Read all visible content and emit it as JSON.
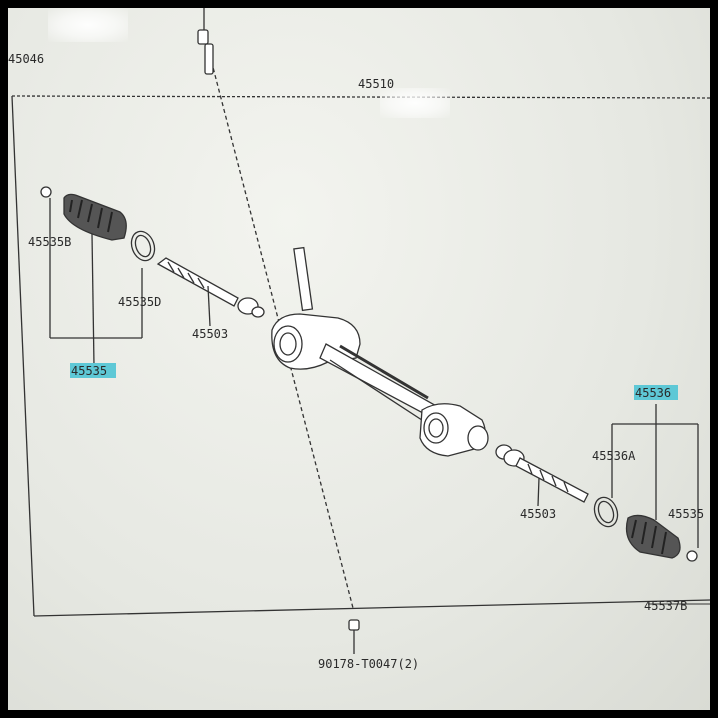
{
  "labels": {
    "p45046": "45046",
    "p45510": "45510",
    "p45535B": "45535B",
    "p45535D": "45535D",
    "p45503_left": "45503",
    "p45535": "45535",
    "p45536": "45536",
    "p45536A": "45536A",
    "p45503_right": "45503",
    "p4553x": "45535",
    "p45537B": "45537B",
    "p90178": "90178-T0047(2)"
  },
  "colors": {
    "highlight": "#5ec8d6",
    "ink": "#2a2a2a",
    "paper": "#eceee8"
  }
}
